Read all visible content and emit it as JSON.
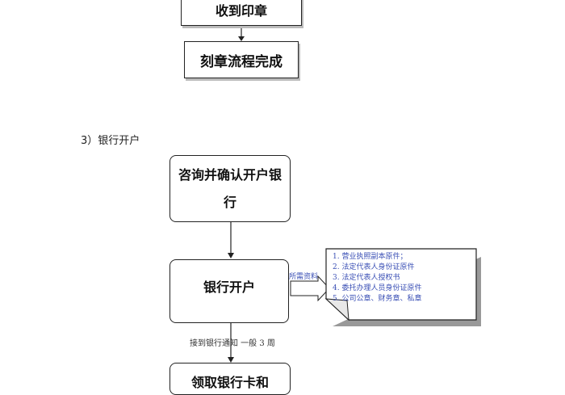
{
  "flow1": {
    "received": "收到印章",
    "done": "刻章流程完成"
  },
  "section": {
    "title": "3）银行开户"
  },
  "flow2": {
    "step1_line1": "咨询并确认开户银",
    "step1_line2": "行",
    "step2": "银行开户",
    "side_label": "所需资料",
    "materials": [
      "1. 营业执照副本原件；",
      "2. 法定代表人身份证原件",
      "3. 法定代表人授权书",
      "4. 委托办理人员身份证原件",
      "5. 公司公章、财务章、私章"
    ],
    "notice": "接到银行通知   一般 3 周",
    "step3_partial": "领取银行卡和"
  }
}
